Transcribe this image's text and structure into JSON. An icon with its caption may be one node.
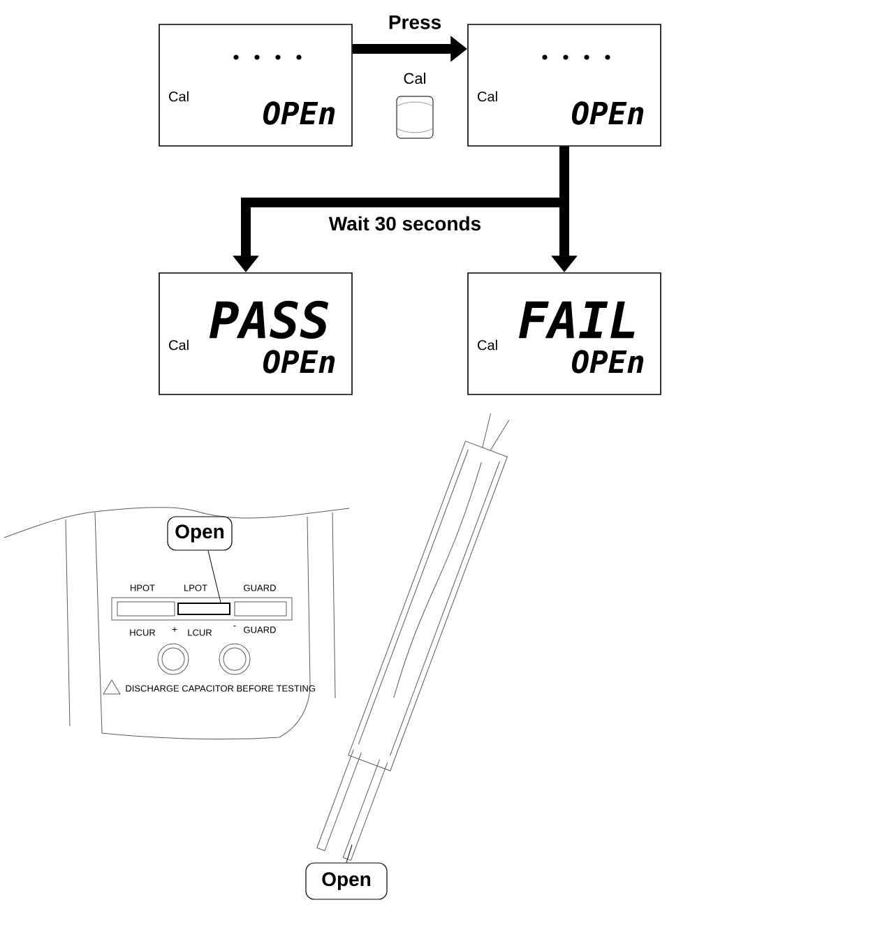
{
  "diagram": {
    "nodes": [
      {
        "text": [
          "Cal",
          "OPEn"
        ]
      },
      {
        "text": [
          "Cal"
        ]
      },
      {
        "text": [
          "Cal",
          "OPEn"
        ]
      },
      {
        "text": [
          "Cal",
          "PASS",
          "OPEn"
        ]
      },
      {
        "text": [
          "Cal",
          "FAIL",
          "OPEn"
        ]
      },
      {
        "text": [
          "Open"
        ]
      },
      {
        "text": [],
        "shape": "box"
      },
      {
        "text": [
          "Open"
        ]
      }
    ],
    "edges": [
      {
        "from": 0,
        "to": 2,
        "arrow": "to",
        "label": "Press"
      },
      {
        "from": 2,
        "to": 3,
        "arrow": "to",
        "label": "Wait 30 seconds"
      },
      {
        "from": 2,
        "to": 4,
        "arrow": "to"
      },
      {
        "from": 5,
        "to": 6,
        "arrow": "none"
      },
      {
        "from": 7,
        "to": null,
        "arrow": "none"
      }
    ],
    "labels": [
      "HPOT",
      "LPOT",
      "GUARD",
      "HCUR",
      "+",
      "LCUR",
      "-",
      "GUARD",
      "DISCHARGE CAPACITOR BEFORE TESTING"
    ]
  }
}
